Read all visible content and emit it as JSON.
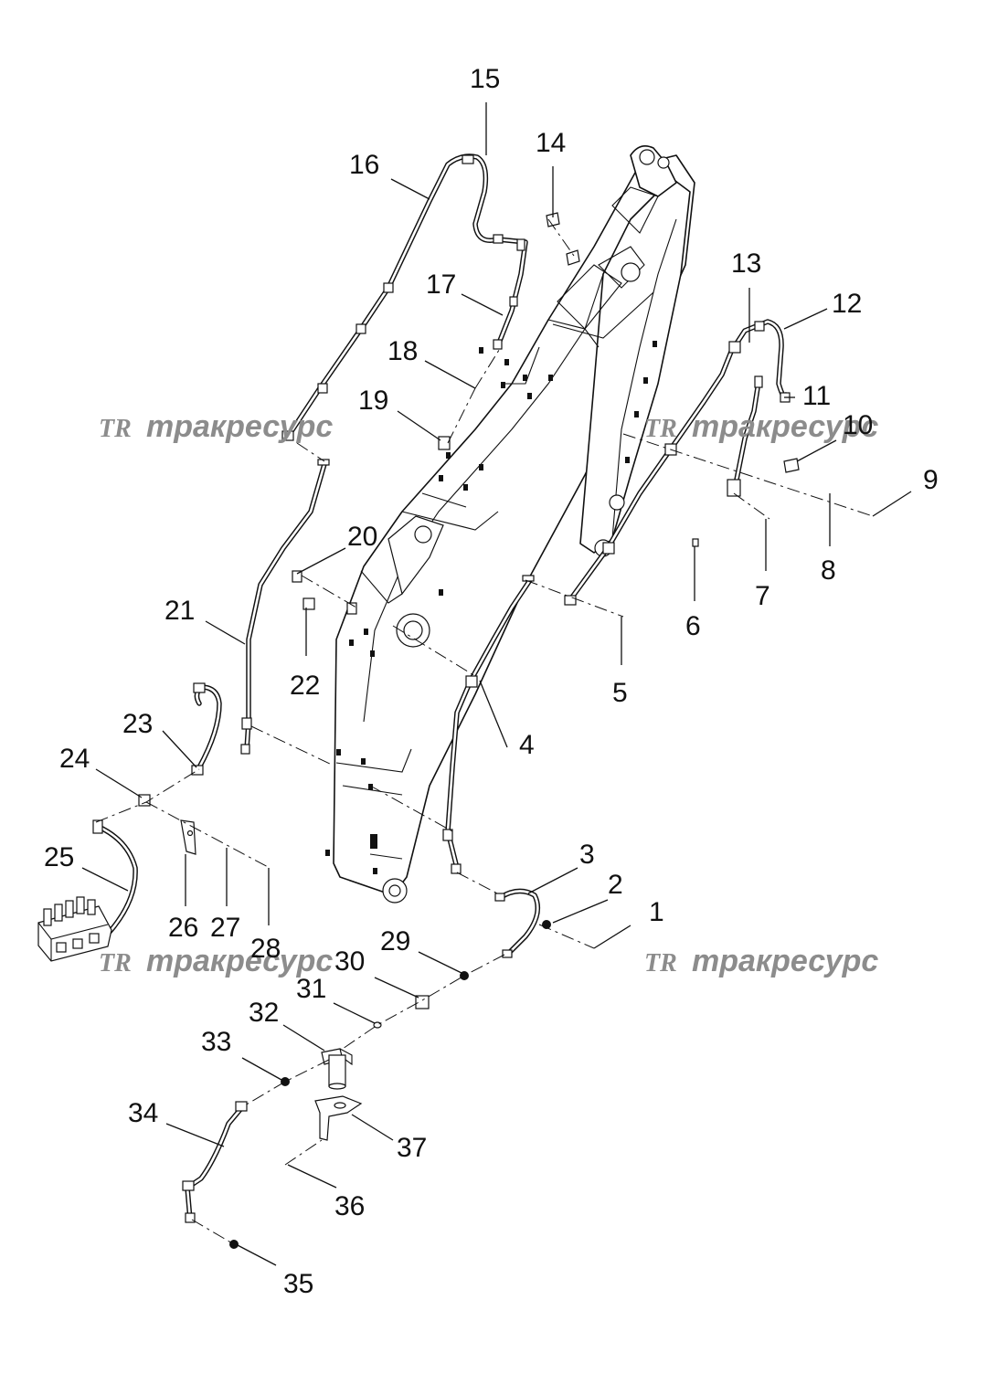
{
  "watermark": {
    "logo": "TR",
    "text": "тракресурс"
  },
  "callouts": [
    "1",
    "2",
    "3",
    "4",
    "5",
    "6",
    "7",
    "8",
    "9",
    "10",
    "11",
    "12",
    "13",
    "14",
    "15",
    "16",
    "17",
    "18",
    "19",
    "20",
    "21",
    "22",
    "23",
    "24",
    "25",
    "26",
    "27",
    "28",
    "29",
    "30",
    "31",
    "32",
    "33",
    "34",
    "35",
    "36",
    "37"
  ]
}
